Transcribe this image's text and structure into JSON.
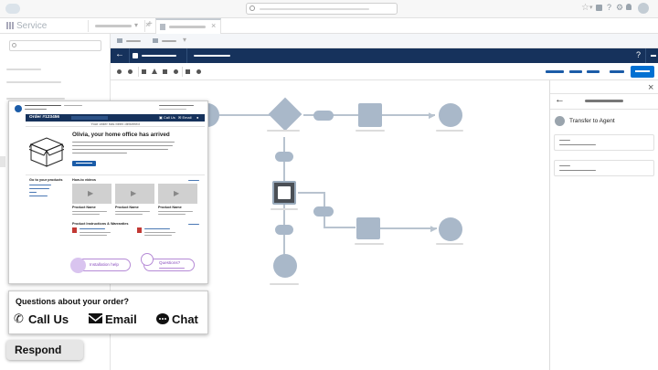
{
  "app": {
    "name": "Service"
  },
  "flow_panel": {
    "title": "Transfer to Agent"
  },
  "email": {
    "header_title": "Order #123456",
    "subheader": "Your order has been delivered",
    "headline": "Olivia, your home office has arrived",
    "cta": "Go to your products",
    "videos_heading": "How-to videos",
    "product_name": "Product Name",
    "instructions_heading": "Product Instructions & Warranties",
    "installation_help": "Installation help",
    "questions": "Questions?"
  },
  "contact_card": {
    "question": "Questions about your order?",
    "call_label": "Call Us",
    "email_label": "Email",
    "chat_label": "Chat"
  },
  "respond_button": {
    "label": "Respond"
  },
  "colors": {
    "brand_navy": "#16325c",
    "accent_blue": "#0070d2",
    "node_gray": "#a9b8c9"
  }
}
